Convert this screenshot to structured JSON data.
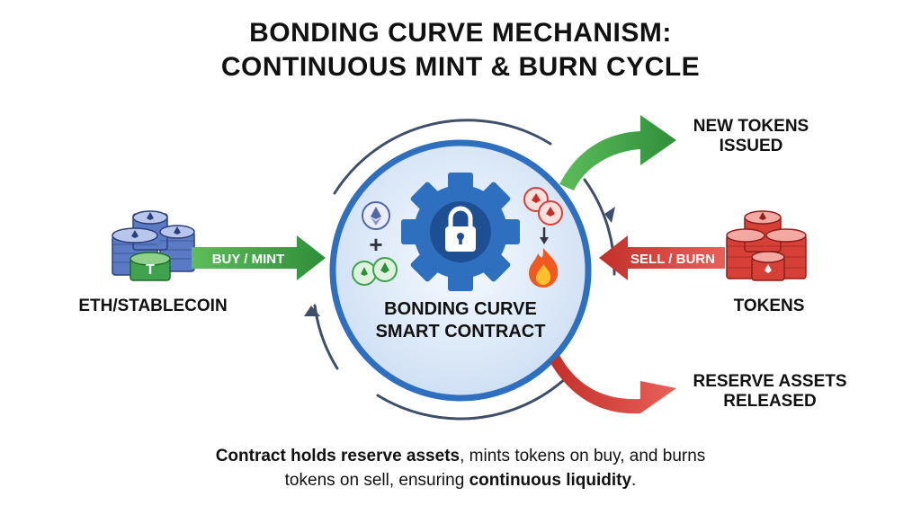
{
  "title": {
    "line1": "BONDING CURVE MECHANISM:",
    "line2": "CONTINUOUS MINT & BURN CYCLE"
  },
  "left": {
    "label": "ETH/STABLECOIN",
    "arrow_label": "BUY / MINT"
  },
  "right": {
    "label": "TOKENS",
    "arrow_label": "SELL / BURN"
  },
  "center": {
    "line1": "BONDING CURVE",
    "line2": "SMART CONTRACT",
    "plus": "+"
  },
  "outputs": {
    "new_tokens_line1": "NEW TOKENS",
    "new_tokens_line2": "ISSUED",
    "reserve_line1": "RESERVE ASSETS",
    "reserve_line2": "RELEASED"
  },
  "caption": {
    "part1": "Contract holds reserve assets",
    "part2": ", mints tokens on buy, and burns",
    "part3": "tokens on sell, ensuring ",
    "part4": "continuous liquidity",
    "part5": "."
  },
  "colors": {
    "green": "#3fa34d",
    "red": "#d64037",
    "blue": "#2f6fc0",
    "slate": "#3d5a80"
  },
  "icons": [
    "ethereum-coin-stack-icon",
    "tether-coin-icon",
    "gear-lock-icon",
    "fire-icon",
    "token-stack-icon"
  ]
}
